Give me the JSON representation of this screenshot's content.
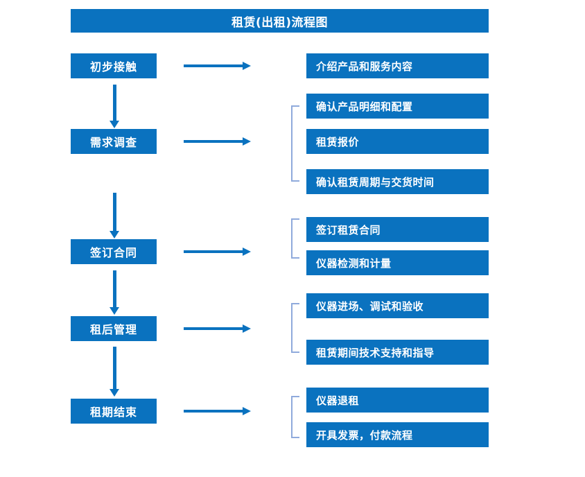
{
  "diagram": {
    "title": "租赁(出租)流程图",
    "accent_color": "#0A72BF",
    "bracket_color": "#8FAADC",
    "text_color": "#FFFFFF",
    "background_color": "#FFFFFF"
  },
  "stages": [
    {
      "label": "初步接触"
    },
    {
      "label": "需求调查"
    },
    {
      "label": "签订合同"
    },
    {
      "label": "租后管理"
    },
    {
      "label": "租期结束"
    }
  ],
  "tasks": [
    {
      "label": "介绍产品和服务内容"
    },
    {
      "label": "确认产品明细和配置"
    },
    {
      "label": "租赁报价"
    },
    {
      "label": "确认租赁周期与交货时间"
    },
    {
      "label": "签订租赁合同"
    },
    {
      "label": "仪器检测和计量"
    },
    {
      "label": "仪器进场、调试和验收"
    },
    {
      "label": "租赁期间技术支持和指导"
    },
    {
      "label": "仪器退租"
    },
    {
      "label": "开具发票，付款流程"
    }
  ],
  "connectors": {
    "horizontal_arrow_icon": "arrow-right-icon",
    "vertical_arrow_icon": "arrow-down-icon",
    "bracket_icon": "group-bracket-icon",
    "count_horizontal": 5,
    "count_vertical": 4,
    "count_brackets": 4
  },
  "groups": [
    {
      "stage": "初步接触",
      "tasks": [
        "介绍产品和服务内容"
      ],
      "bracket": false
    },
    {
      "stage": "需求调查",
      "tasks": [
        "确认产品明细和配置",
        "租赁报价",
        "确认租赁周期与交货时间"
      ],
      "bracket": true
    },
    {
      "stage": "签订合同",
      "tasks": [
        "签订租赁合同",
        "仪器检测和计量"
      ],
      "bracket": true
    },
    {
      "stage": "租后管理",
      "tasks": [
        "仪器进场、调试和验收",
        "租赁期间技术支持和指导"
      ],
      "bracket": true
    },
    {
      "stage": "租期结束",
      "tasks": [
        "仪器退租",
        "开具发票，付款流程"
      ],
      "bracket": true
    }
  ]
}
